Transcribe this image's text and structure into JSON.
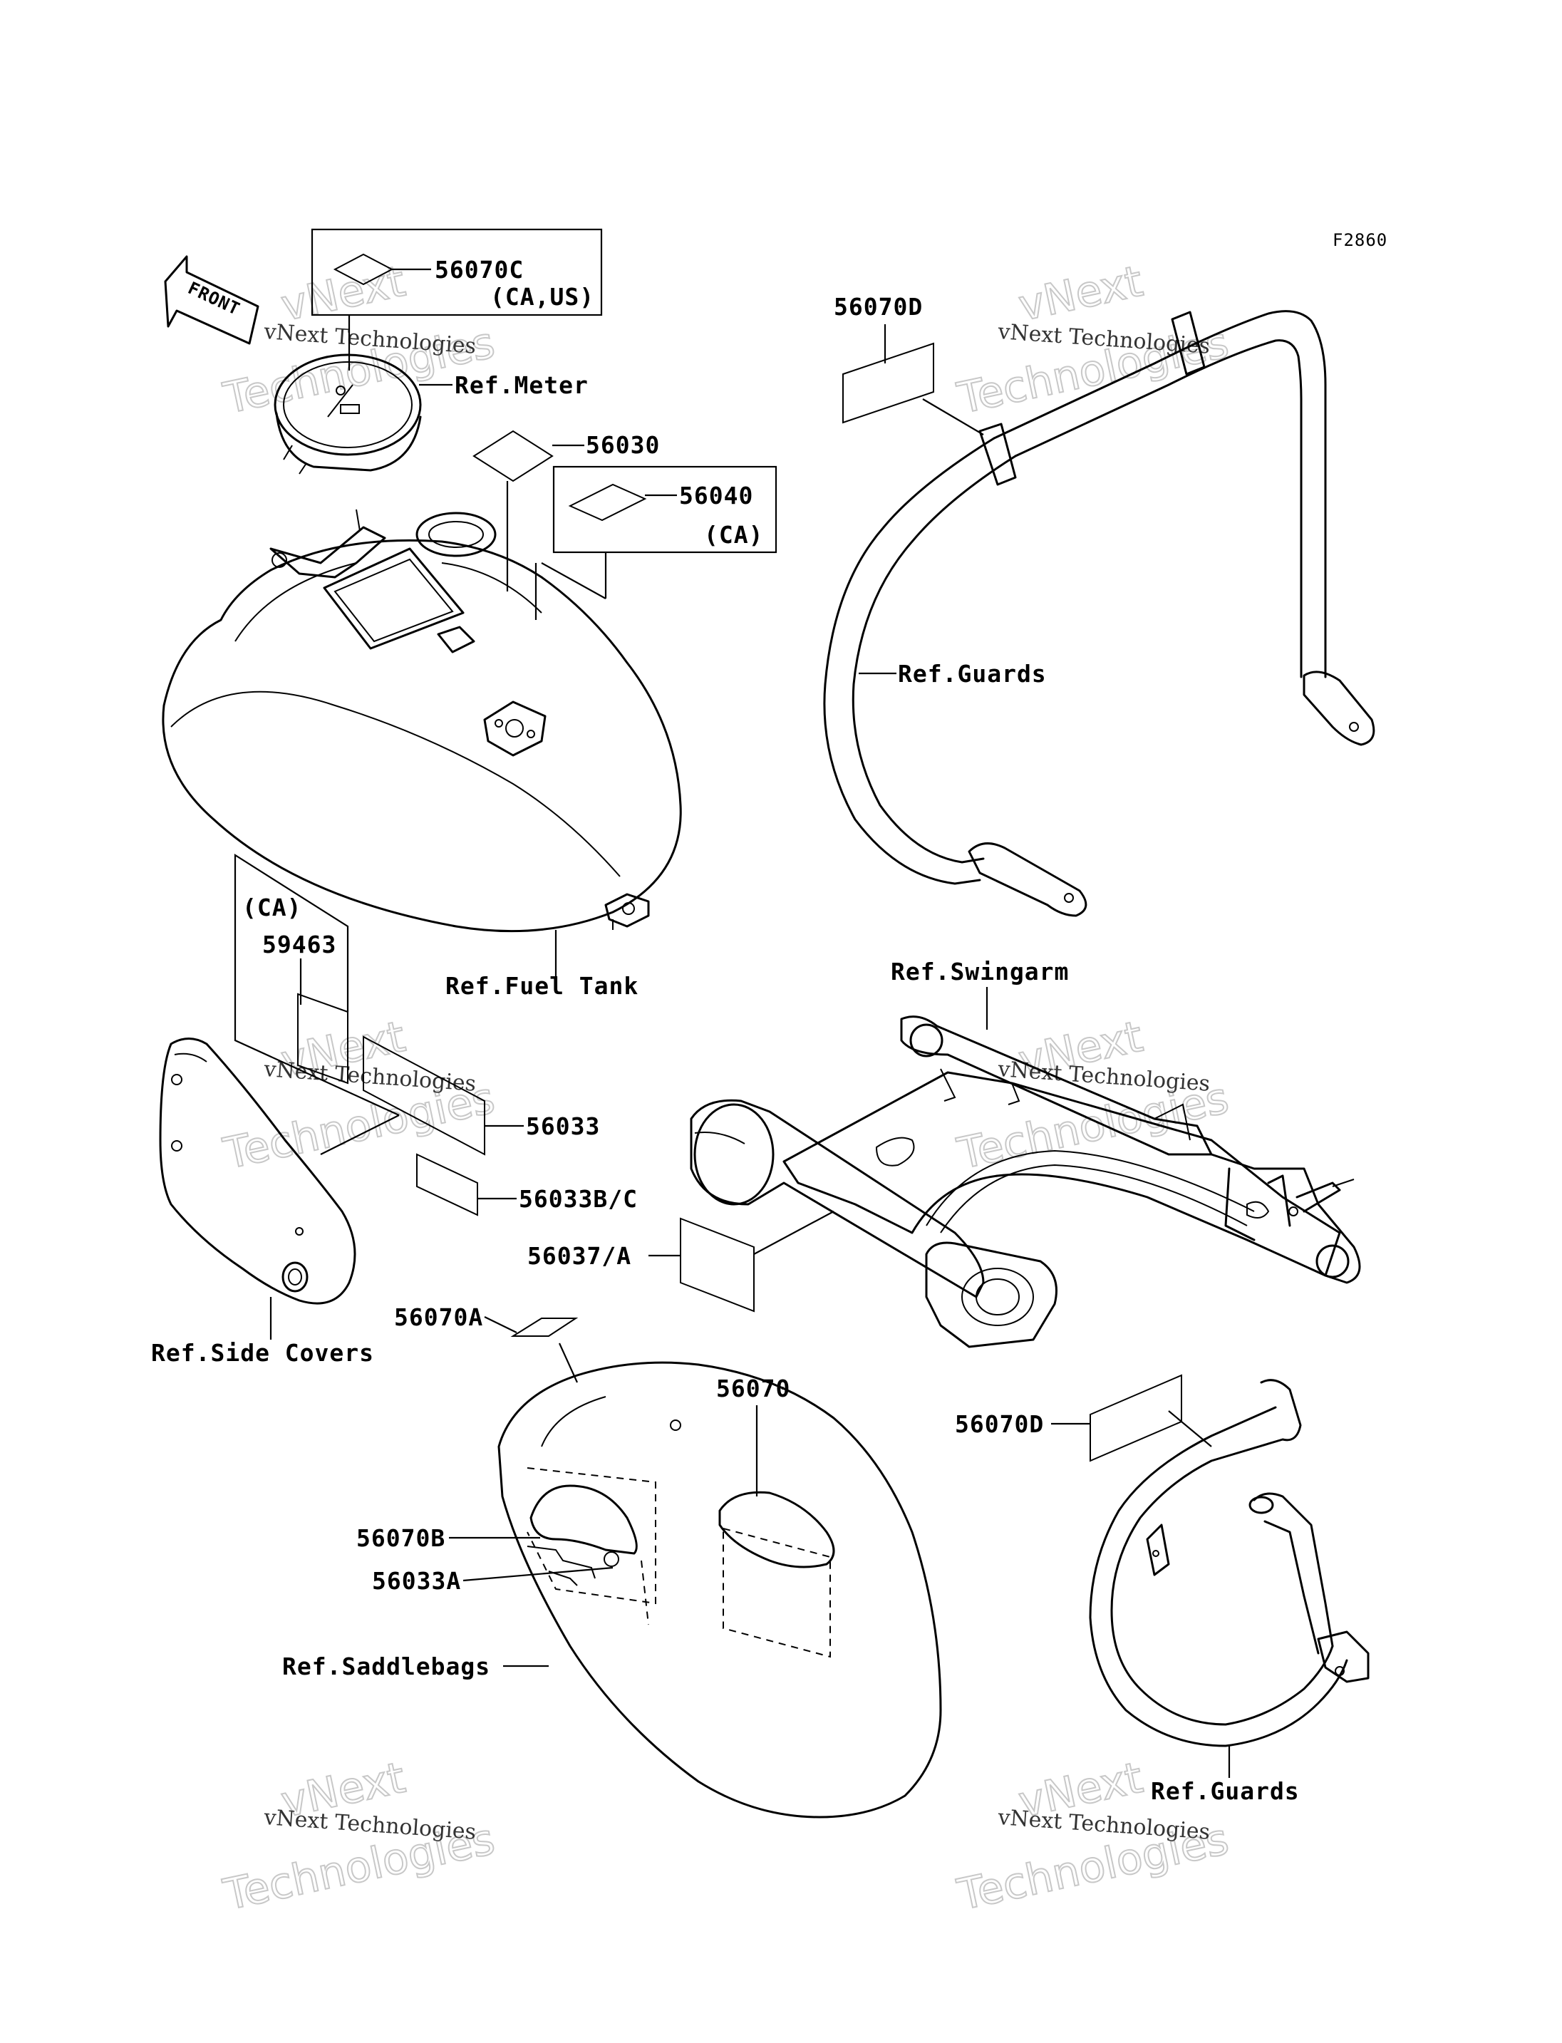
{
  "figure_code": "F2860",
  "front_label": "FRONT",
  "watermark": {
    "brand": "vNext",
    "line2": "Technologies",
    "caption": "vNext Technologies"
  },
  "labels": {
    "p56070C": "56070C",
    "p56070C_note": "(CA,US)",
    "ref_meter": "Ref.Meter",
    "p56030": "56030",
    "p56040": "56040",
    "p56040_note": "(CA)",
    "ref_fuel_tank": "Ref.Fuel Tank",
    "ca_note": "(CA)",
    "p59463": "59463",
    "p56033": "56033",
    "p56033BC": "56033B/C",
    "ref_side_covers": "Ref.Side Covers",
    "p56070D_top": "56070D",
    "ref_guards_top": "Ref.Guards",
    "ref_swingarm": "Ref.Swingarm",
    "p56037A": "56037/A",
    "p56070A": "56070A",
    "p56070": "56070",
    "p56070D_bottom": "56070D",
    "p56070B": "56070B",
    "p56033A": "56033A",
    "ref_saddlebags": "Ref.Saddlebags",
    "ref_guards_bottom": "Ref.Guards"
  }
}
